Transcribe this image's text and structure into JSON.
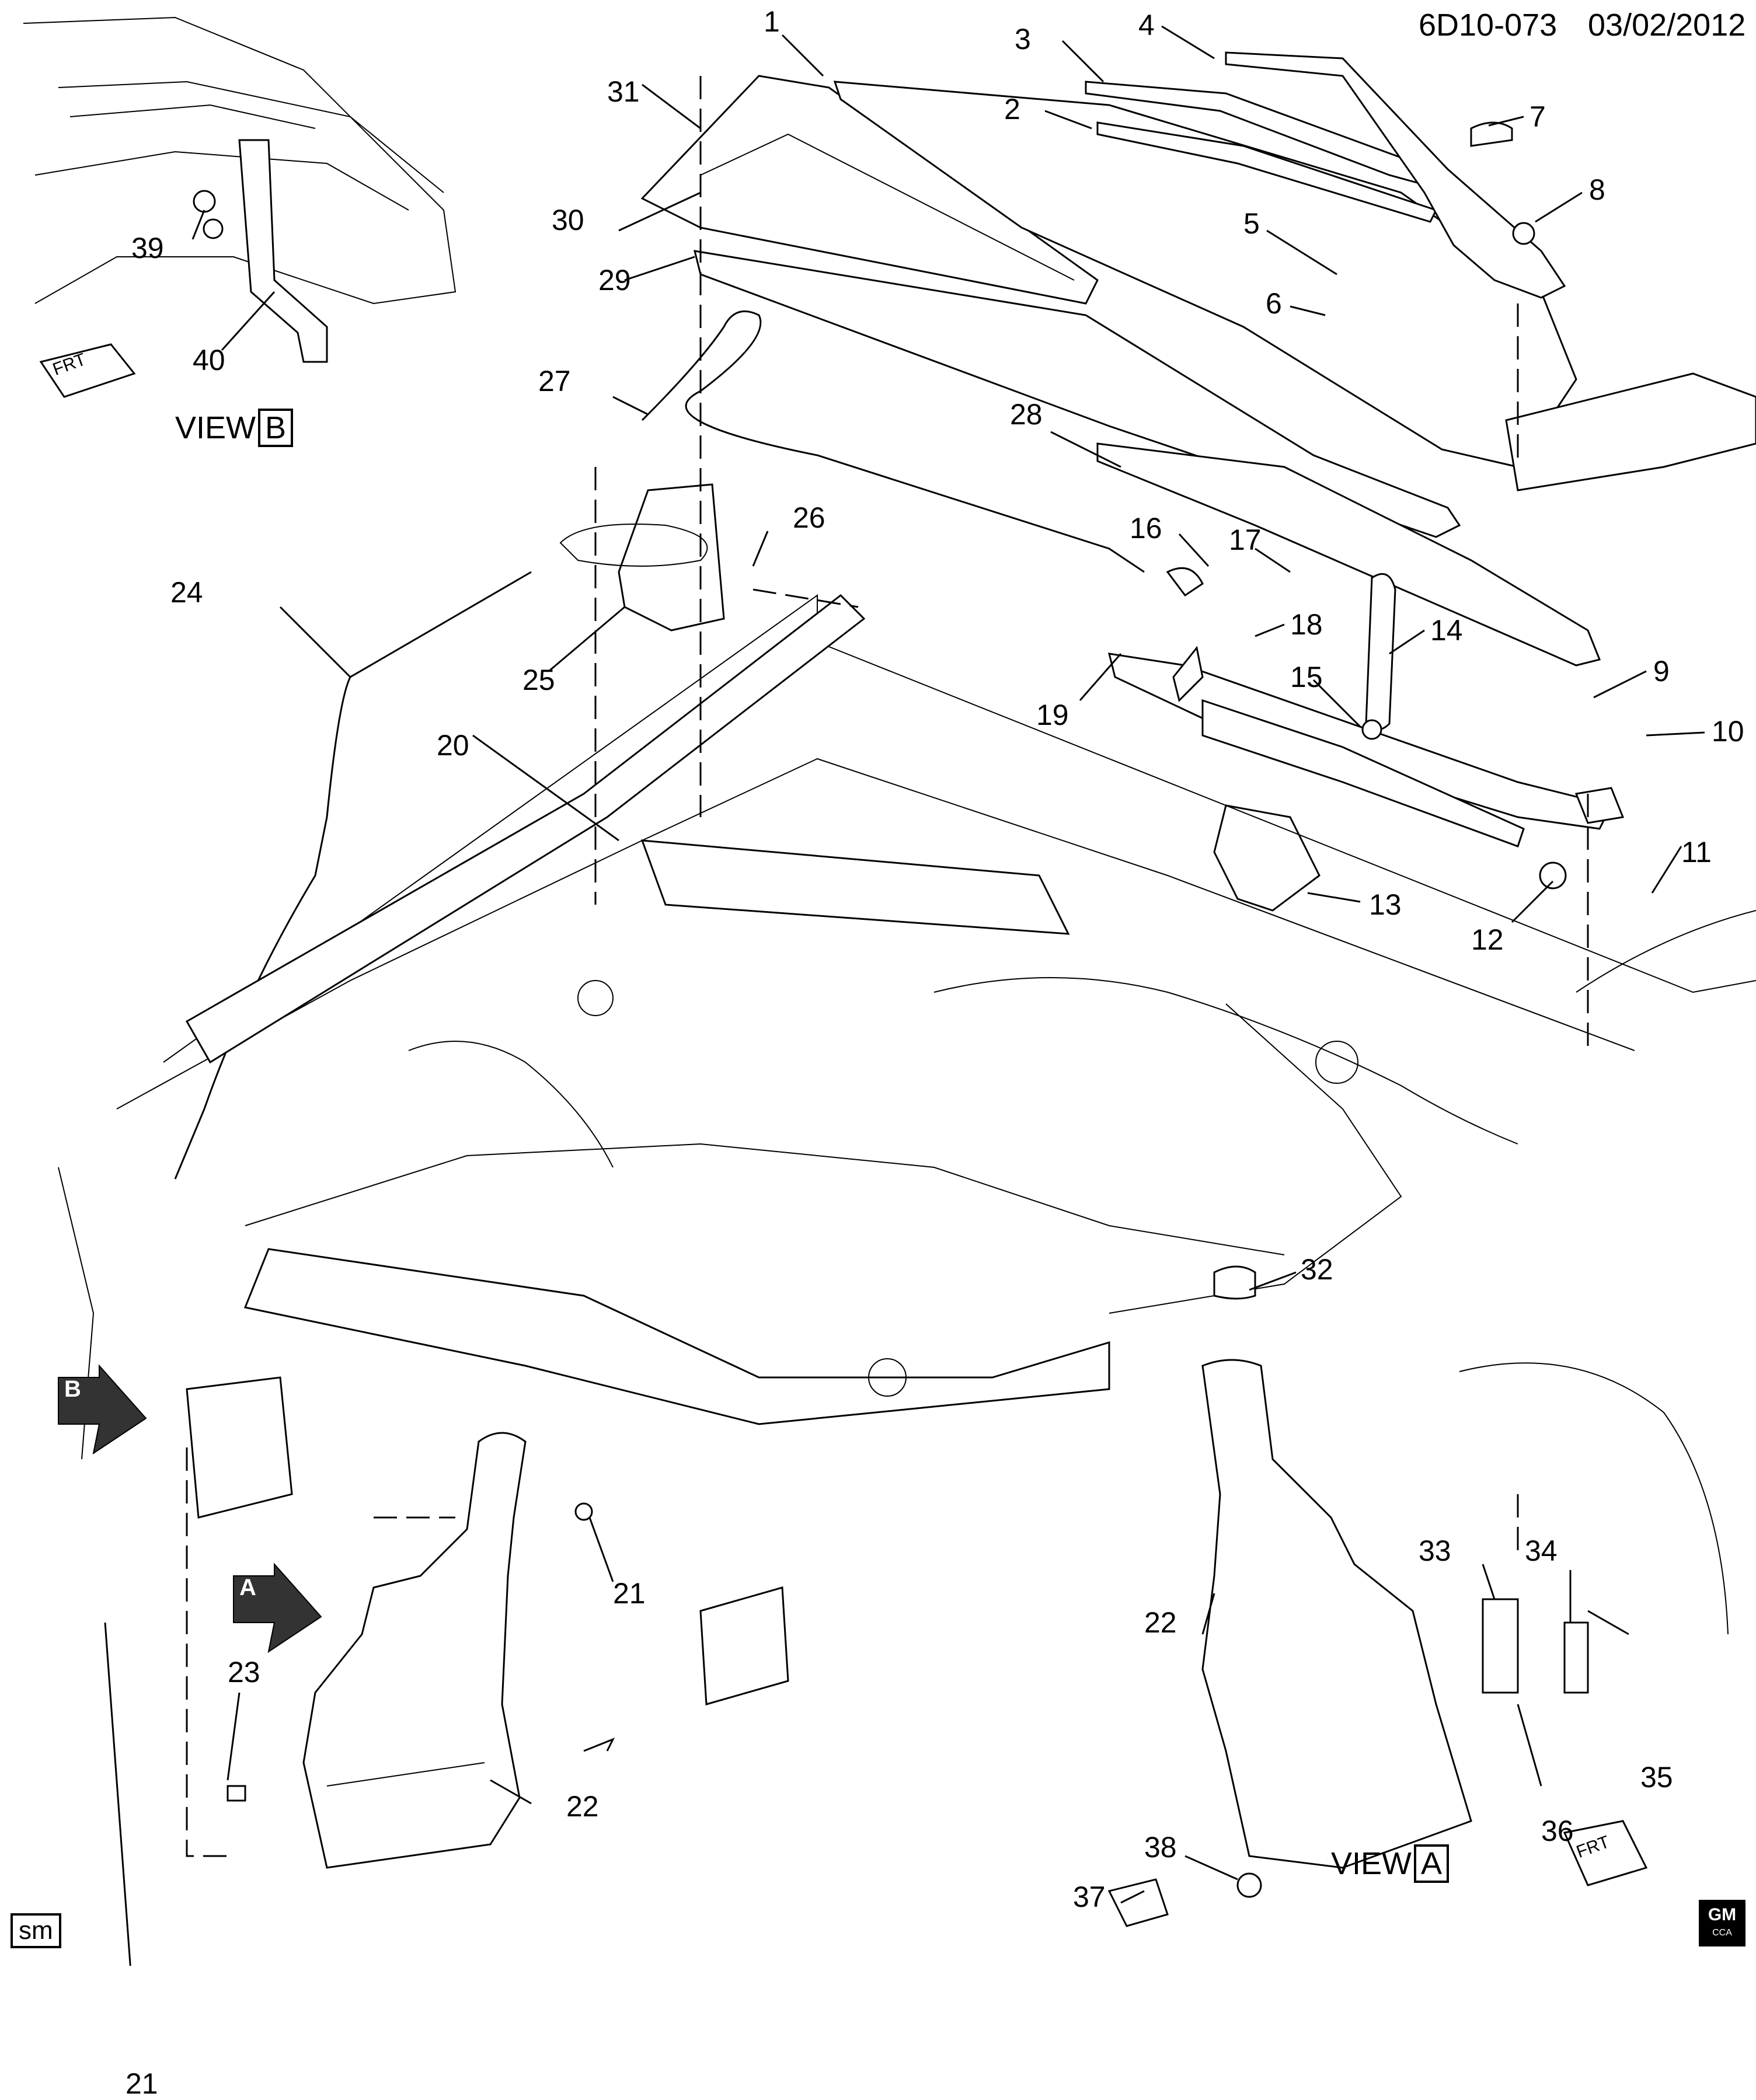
{
  "header": {
    "code": "6D10-073",
    "date": "03/02/2012"
  },
  "views": {
    "b": {
      "prefix": "VIEW",
      "letter": "B"
    },
    "a": {
      "prefix": "VIEW",
      "letter": "A"
    }
  },
  "markers": {
    "front": "FRT",
    "arrow_b": "B",
    "arrow_a": "A"
  },
  "footer": {
    "left_tag": "sm",
    "logo_main": "GM",
    "logo_sub": "CCA"
  },
  "callouts": {
    "c1": "1",
    "c2": "2",
    "c3": "3",
    "c4": "4",
    "c5": "5",
    "c6": "6",
    "c7": "7",
    "c8": "8",
    "c9": "9",
    "c10": "10",
    "c11": "11",
    "c12": "12",
    "c13": "13",
    "c14": "14",
    "c15": "15",
    "c16": "16",
    "c17": "17",
    "c18": "18",
    "c19": "19",
    "c20": "20",
    "c21a": "21",
    "c21b": "21",
    "c22a": "22",
    "c22b": "22",
    "c23": "23",
    "c24": "24",
    "c25": "25",
    "c26": "26",
    "c27": "27",
    "c28": "28",
    "c29": "29",
    "c30": "30",
    "c31": "31",
    "c32": "32",
    "c33": "33",
    "c34": "34",
    "c35": "35",
    "c36": "36",
    "c37": "37",
    "c38": "38",
    "c39": "39",
    "c40": "40"
  }
}
